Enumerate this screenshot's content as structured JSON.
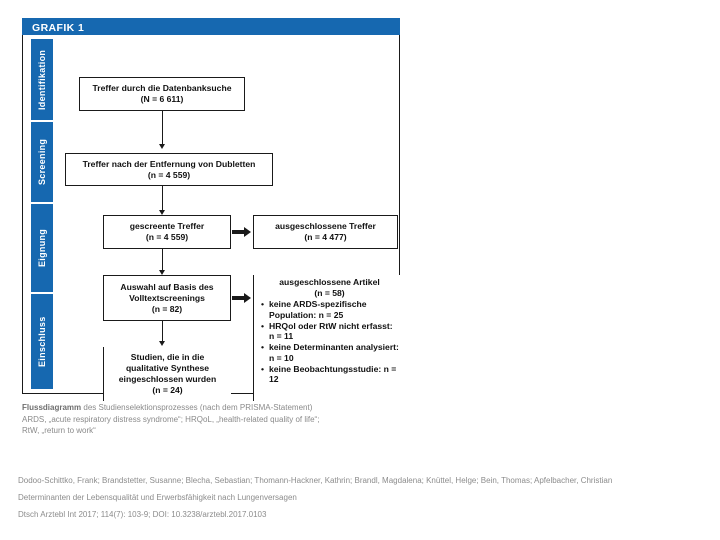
{
  "figure": {
    "header_label": "GRAFIK 1",
    "stages": [
      {
        "label": "Identifikation"
      },
      {
        "label": "Screening"
      },
      {
        "label": "Eignung"
      },
      {
        "label": "Einschluss"
      }
    ],
    "nodes": {
      "records_identified": {
        "line1": "Treffer durch die Datenbanksuche",
        "count": "(N = 6 611)"
      },
      "after_duplicates": {
        "line1": "Treffer nach der Entfernung von Dubletten",
        "count": "(n = 4 559)"
      },
      "screened": {
        "line1": "gescreente Treffer",
        "count": "(n = 4 559)"
      },
      "records_excluded": {
        "line1": "ausgeschlossene Treffer",
        "count": "(n = 4 477)"
      },
      "fulltext_assessed": {
        "line1": "Auswahl auf Basis des",
        "line2": "Volltextscreenings",
        "count": "(n = 82)"
      },
      "articles_excluded": {
        "line1": "ausgeschlossene Artikel",
        "count": "(n = 58)",
        "reasons": [
          "keine ARDS-spezifische Population: n = 25",
          "HRQol oder RtW nicht erfasst: n = 11",
          "keine Determinanten analysiert: n = 10",
          "keine Beobachtungsstudie: n = 12"
        ]
      },
      "included_synthesis": {
        "line1": "Studien, die in die",
        "line2": "qualitative Synthese",
        "line3": "eingeschlossen wurden",
        "count": "(n = 24)"
      }
    }
  },
  "caption": {
    "title": "Flussdiagramm",
    "title_rest": " des Studienselektionsprozesses (nach dem PRISMA-Statement)",
    "line2": "ARDS, „acute respiratory distress syndrome“; HRQoL, „health-related quality of life“;",
    "line3": "RtW, „return to work“"
  },
  "bibliography": {
    "authors": "Dodoo-Schittko, Frank; Brandstetter, Susanne; Blecha, Sebastian; Thomann-Hackner, Kathrin; Brandl, Magdalena; Knüttel, Helge; Bein, Thomas; Apfelbacher, Christian",
    "article_title": "Determinanten der Lebensqualität und Erwerbsfähigkeit nach Lungenversagen",
    "citation": "Dtsch Arztebl Int 2017; 114(7): 103-9; DOI: 10.3238/arztebl.2017.0103"
  },
  "colors": {
    "brand_blue": "#1668B0",
    "stroke": "#1A1A1A",
    "caption_gray": "#8A8A8A"
  }
}
